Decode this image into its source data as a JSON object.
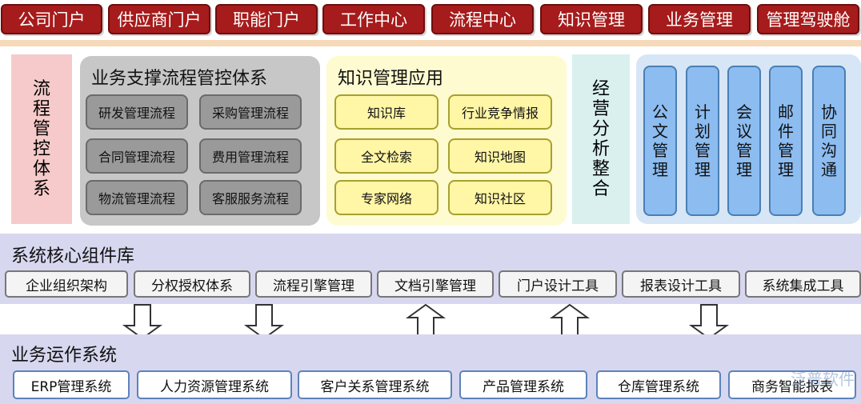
{
  "nav": [
    "公司门户",
    "供应商门户",
    "职能门户",
    "工作中心",
    "流程中心",
    "知识管理",
    "业务管理",
    "管理驾驶舱"
  ],
  "left_vertical": [
    "流",
    "程",
    "管",
    "控",
    "体",
    "系"
  ],
  "process_group": {
    "title": "业务支撑流程管控体系",
    "items": [
      "研发管理流程",
      "采购管理流程",
      "合同管理流程",
      "费用管理流程",
      "物流管理流程",
      "客服服务流程"
    ]
  },
  "knowledge_group": {
    "title": "知识管理应用",
    "items": [
      "知识库",
      "行业竞争情报",
      "全文检索",
      "知识地图",
      "专家网络",
      "知识社区"
    ]
  },
  "analysis_vertical": [
    "经",
    "营",
    "分",
    "析",
    "整",
    "合"
  ],
  "collab_items": [
    [
      "公",
      "文",
      "管",
      "理"
    ],
    [
      "计",
      "划",
      "管",
      "理"
    ],
    [
      "会",
      "议",
      "管",
      "理"
    ],
    [
      "邮",
      "件",
      "管",
      "理"
    ],
    [
      "协",
      "同",
      "沟",
      "通"
    ]
  ],
  "core_library": {
    "title": "系统核心组件库",
    "items": [
      "企业组织架构",
      "分权授权体系",
      "流程引擎管理",
      "文档引擎管理",
      "门户设计工具",
      "报表设计工具",
      "系统集成工具"
    ]
  },
  "arrows": [
    "down",
    "down",
    "up",
    "up",
    "down"
  ],
  "operations": {
    "title": "业务运作系统",
    "items": [
      "ERP管理系统",
      "人力资源管理系统",
      "客户关系管理系统",
      "产品管理系统",
      "仓库管理系统",
      "商务智能报表"
    ]
  },
  "watermark": "泛普软件",
  "colors": {
    "nav": "#a61b1b",
    "gray_panel": "#c7c7c7",
    "yellow_panel": "#fffbd0",
    "blue_panel": "#d6e6f6",
    "band": "#d7d7ef",
    "left_box": "#f6caca",
    "analysis_box": "#d9f0ef"
  }
}
